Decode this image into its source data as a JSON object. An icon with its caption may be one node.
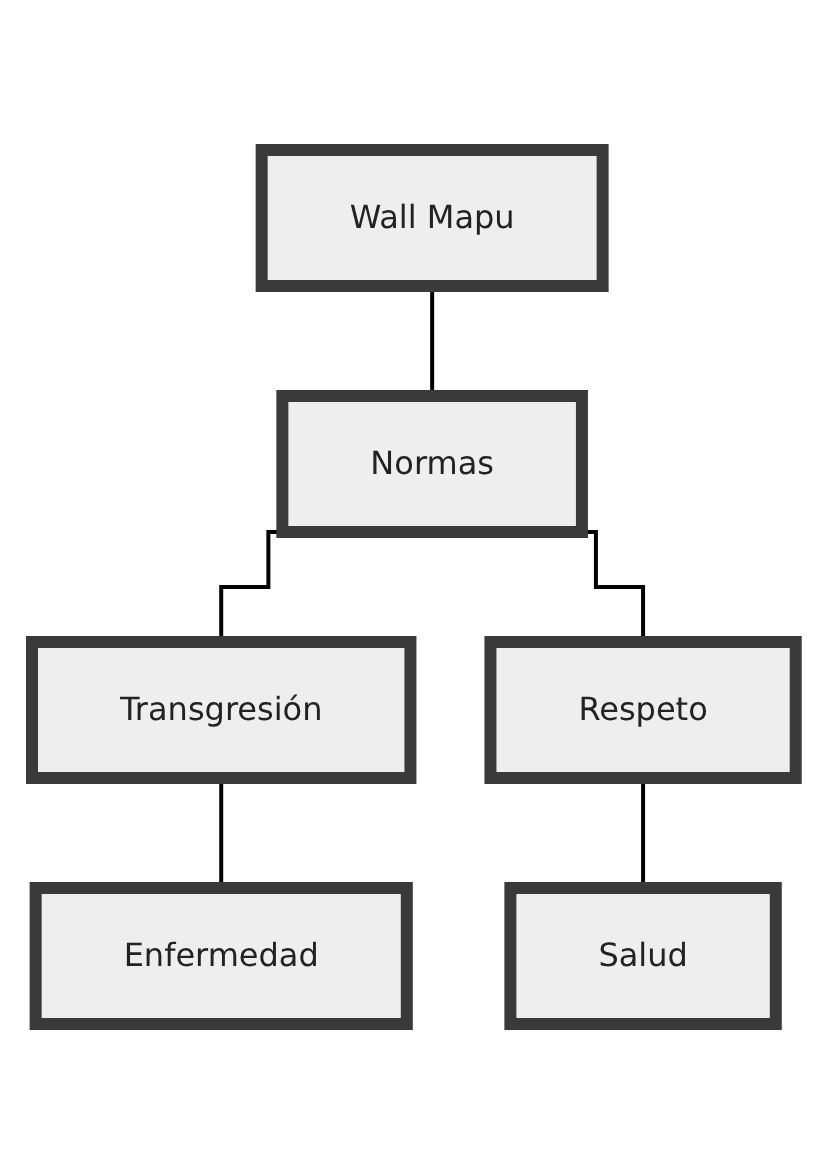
{
  "diagram": {
    "nodes": [
      {
        "text": [
          "Wall Mapu"
        ]
      },
      {
        "text": [
          "Normas"
        ]
      },
      {
        "text": [
          "Transgresión"
        ]
      },
      {
        "text": [
          "Respeto"
        ]
      },
      {
        "text": [
          "Enfermedad"
        ]
      },
      {
        "text": [
          "Salud"
        ]
      }
    ],
    "edges": [
      {
        "from": 0,
        "to": 1,
        "arrow": "none"
      },
      {
        "from": 1,
        "to": 2,
        "arrow": "none"
      },
      {
        "from": 1,
        "to": 3,
        "arrow": "none"
      },
      {
        "from": 2,
        "to": 4,
        "arrow": "none"
      },
      {
        "from": 3,
        "to": 5,
        "arrow": "none"
      }
    ]
  }
}
